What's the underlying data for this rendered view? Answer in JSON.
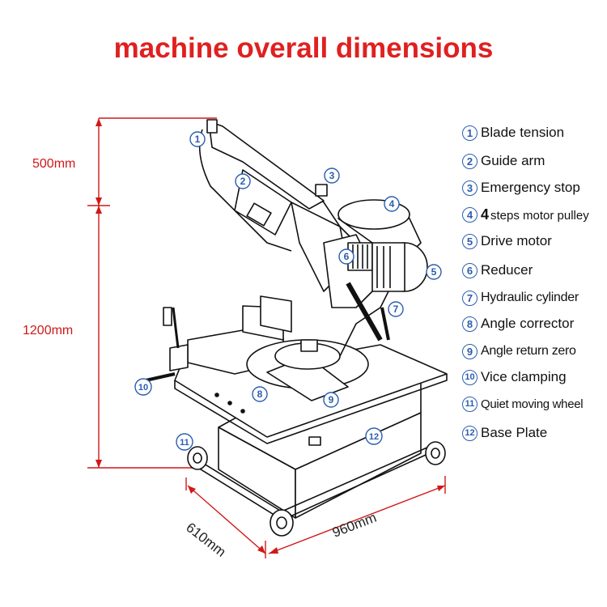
{
  "title": "machine overall dimensions",
  "dimensions": {
    "top_height": "500mm",
    "lower_height": "1200mm",
    "width": "610mm",
    "length": "960mm"
  },
  "legend": [
    {
      "num": "1",
      "text": "Blade tension"
    },
    {
      "num": "2",
      "text": "Guide arm"
    },
    {
      "num": "3",
      "text": "Emergency stop"
    },
    {
      "num": "4",
      "big": "4",
      "text": "steps motor pulley"
    },
    {
      "num": "5",
      "text": "Drive motor"
    },
    {
      "num": "6",
      "text": "Reducer"
    },
    {
      "num": "7",
      "text": "Hydraulic cylinder"
    },
    {
      "num": "8",
      "text": "Angle corrector"
    },
    {
      "num": "9",
      "text": "Angle return zero"
    },
    {
      "num": "10",
      "text": "Vice clamping"
    },
    {
      "num": "11",
      "text": "Quiet moving wheel"
    },
    {
      "num": "12",
      "text": "Base Plate"
    }
  ],
  "callouts": [
    "1",
    "2",
    "3",
    "4",
    "5",
    "6",
    "7",
    "8",
    "9",
    "10",
    "11",
    "12"
  ],
  "colors": {
    "title": "#e02020",
    "dimension": "#d01818",
    "callout": "#2a5db0",
    "line": "#111111"
  }
}
